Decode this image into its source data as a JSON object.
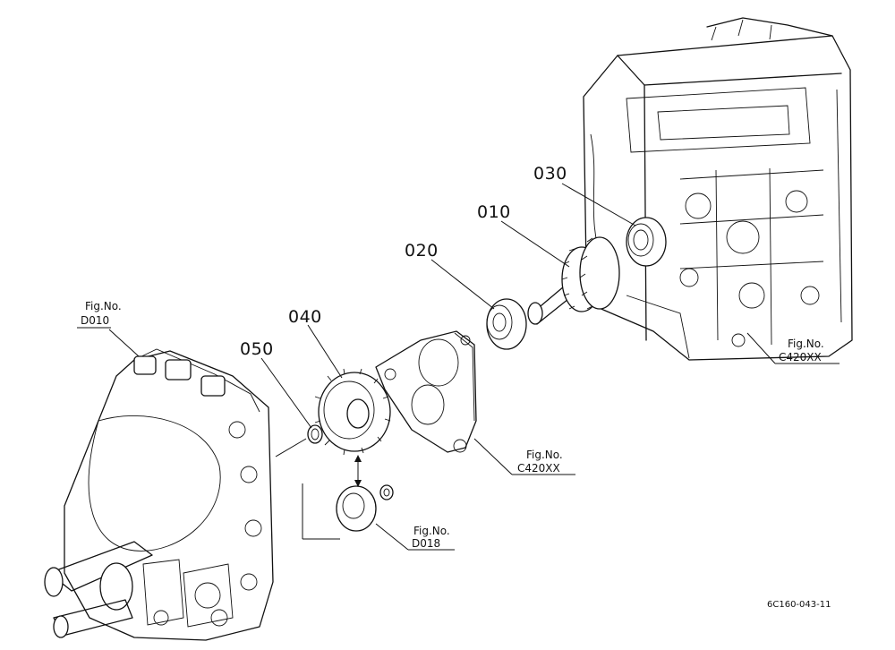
{
  "parts": {
    "p010": "010",
    "p020": "020",
    "p030": "030",
    "p040": "040",
    "p050": "050"
  },
  "refs": {
    "fig_label": "Fig.No.",
    "d010": "D010",
    "d018": "D018",
    "c420_housing": "C420XX",
    "c420_cover": "C420XX"
  },
  "drawing_code": "6C160-043-11"
}
